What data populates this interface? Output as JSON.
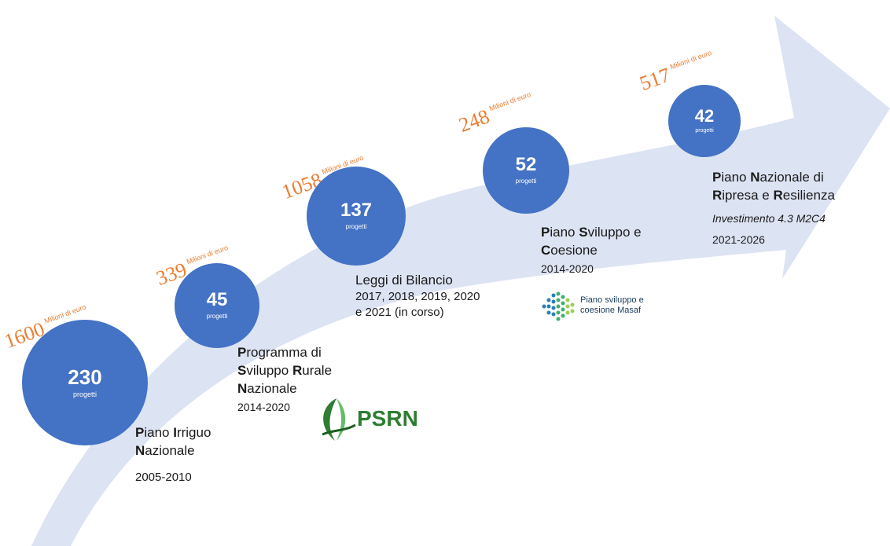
{
  "stages": [
    {
      "id": "pin",
      "projects": "230",
      "unit": "progetti",
      "budget": "1600",
      "budget_unit": "Milioni di euro",
      "title_parts": [
        [
          "P",
          "iano "
        ],
        [
          "I",
          "rriguo"
        ]
      ],
      "title_line2": [
        [
          "N",
          "azionale"
        ]
      ],
      "years": "2005-2010"
    },
    {
      "id": "psrn",
      "projects": "45",
      "unit": "progetti",
      "budget": "339",
      "budget_unit": "Milioni di euro",
      "line1": [
        [
          "P",
          "rogramma di"
        ]
      ],
      "line2": [
        [
          "S",
          "viluppo "
        ],
        [
          "R",
          "urale"
        ]
      ],
      "line3": [
        [
          "N",
          "azionale"
        ]
      ],
      "years": "2014-2020"
    },
    {
      "id": "bilancio",
      "projects": "137",
      "unit": "progetti",
      "budget": "1058",
      "budget_unit": "Milioni di euro",
      "line1": "Leggi di Bilancio",
      "line2": "2017, 2018, 2019, 2020",
      "line3": "e 2021 (in corso)"
    },
    {
      "id": "psc",
      "projects": "52",
      "unit": "progetti",
      "budget": "248",
      "budget_unit": "Milioni di euro",
      "line1": [
        [
          "P",
          "iano "
        ],
        [
          "S",
          "viluppo e"
        ]
      ],
      "line2": [
        [
          "C",
          "oesione"
        ]
      ],
      "years": "2014-2020"
    },
    {
      "id": "pnrr",
      "projects": "42",
      "unit": "progetti",
      "budget": "517",
      "budget_unit": "Milioni di euro",
      "line1": [
        [
          "P",
          "iano "
        ],
        [
          "N",
          "azionale di"
        ]
      ],
      "line2": [
        [
          "R",
          "ipresa e "
        ],
        [
          "R",
          "esilienza"
        ]
      ],
      "subtitle": "Investimento 4.3 M2C4",
      "years": "2021-2026"
    }
  ],
  "logos": {
    "psrn": "PSRN",
    "masaf_line1": "Piano sviluppo e",
    "masaf_line2": "coesione Masaf"
  },
  "colors": {
    "arrow": "#dce3f2",
    "bubble": "#4472c4",
    "budget": "#ed7d31",
    "psrn_green": "#2e7d32"
  }
}
